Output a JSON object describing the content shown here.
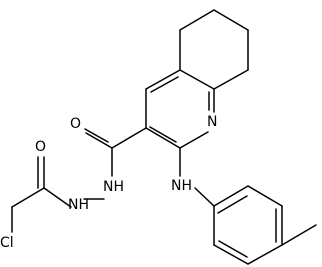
{
  "molecule": {
    "atoms": {
      "o_carbonyl_amide": "O",
      "o_carbonyl_acyl": "O",
      "n_ring": "N",
      "nh_aniline": "NH",
      "nh_hydrazide_upper": "NH",
      "nh_hydrazide_lower": "NH",
      "cl": "Cl"
    }
  }
}
